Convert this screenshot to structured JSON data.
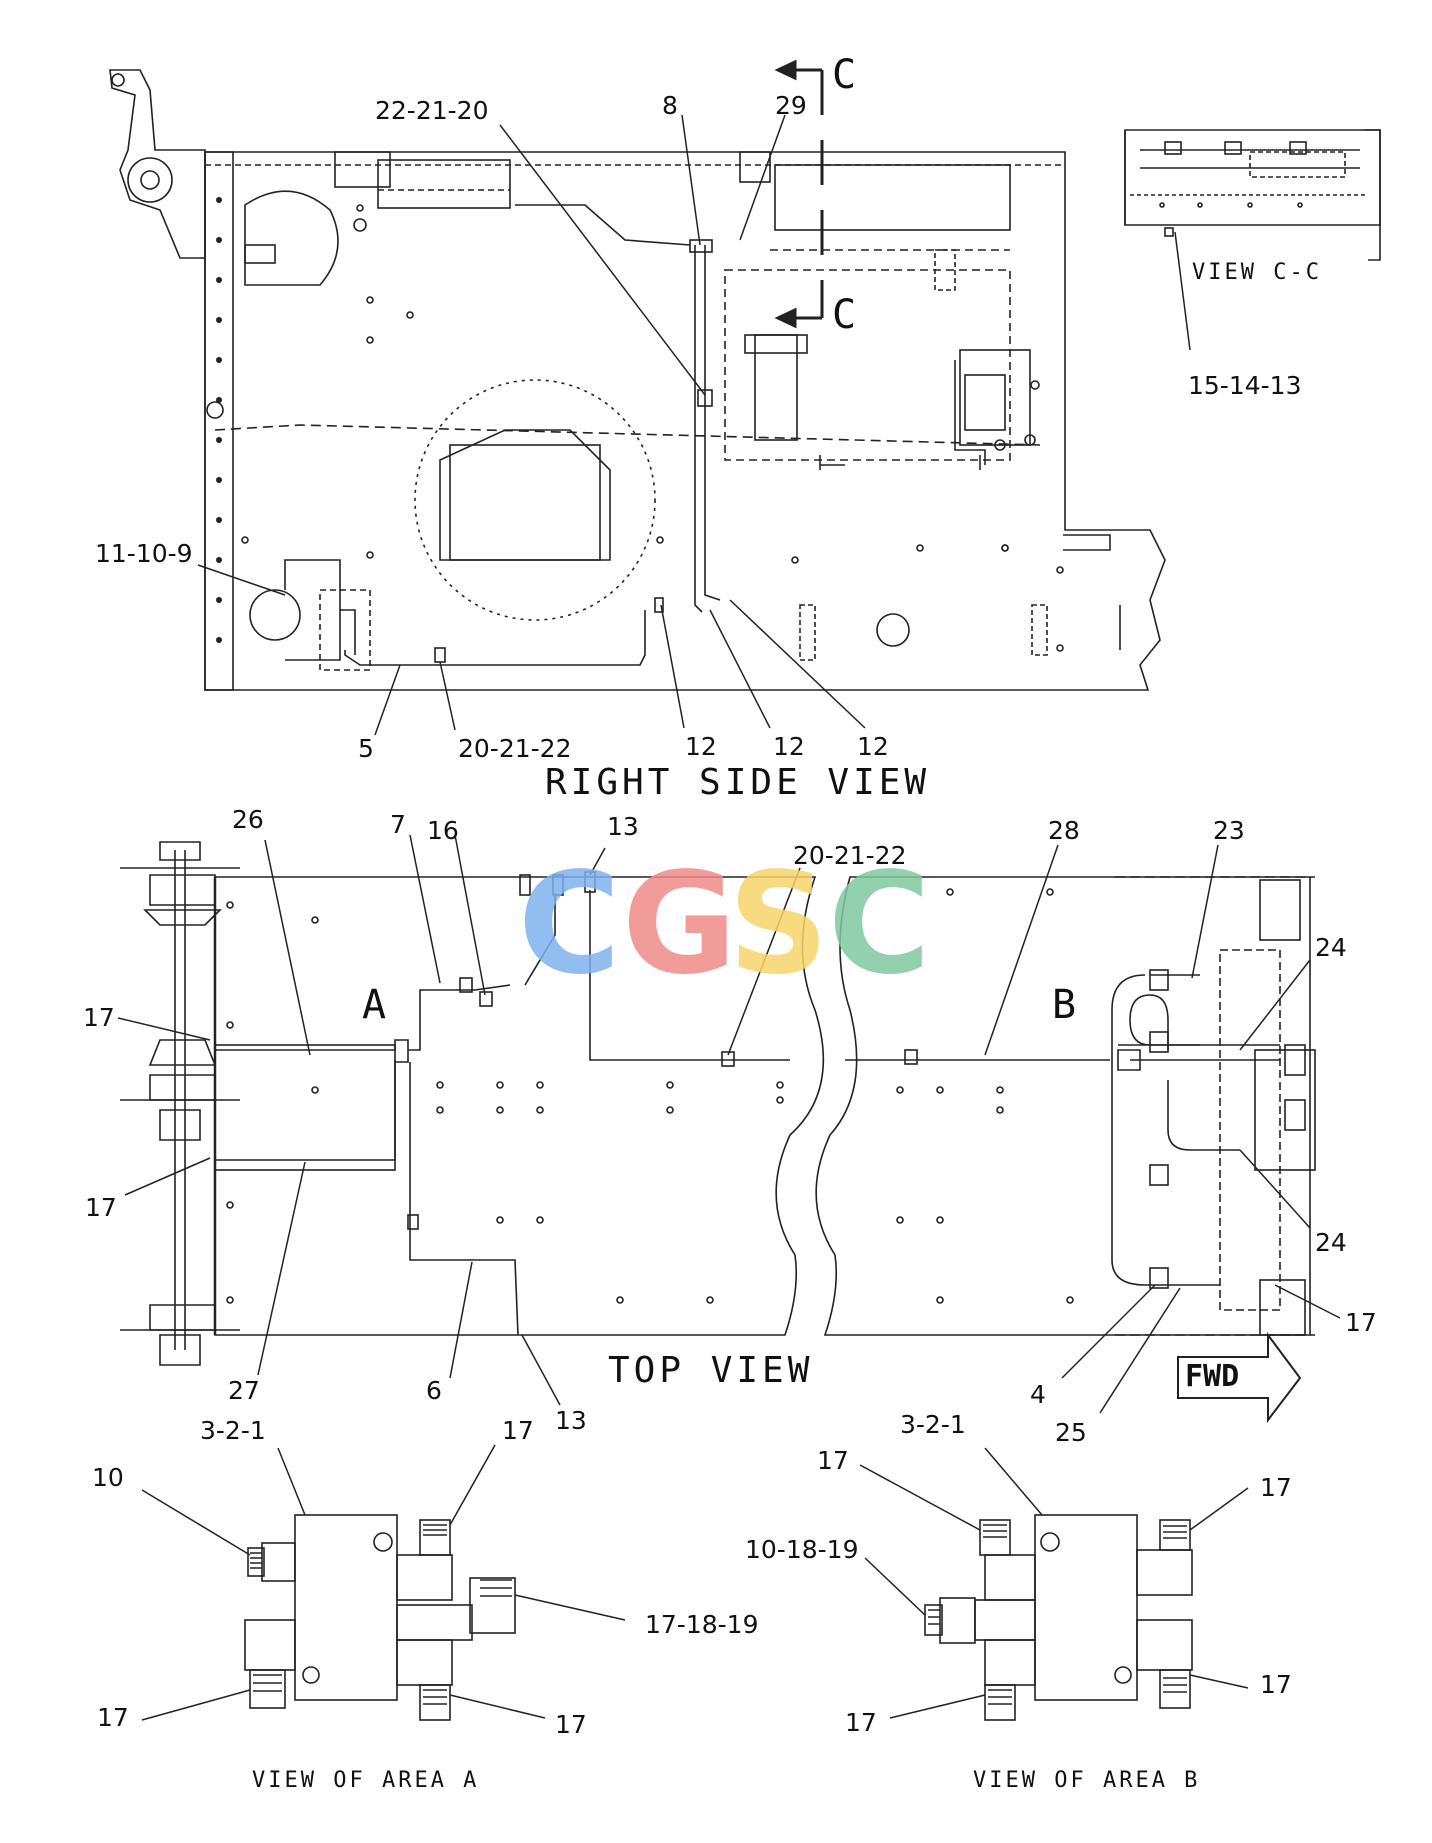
{
  "views": {
    "right_side": "RIGHT SIDE VIEW",
    "top": "TOP VIEW",
    "section_cc": "VIEW C-C",
    "area_a": "VIEW OF AREA A",
    "area_b": "VIEW OF AREA B"
  },
  "section_marker": {
    "letter": "C"
  },
  "area_letters": {
    "a": "A",
    "b": "B"
  },
  "forward_label": "FWD",
  "watermark": {
    "letters": [
      "C",
      "G",
      "S",
      "C"
    ],
    "colors": [
      "#7fb2ee",
      "#f08b88",
      "#f7d56a",
      "#7fc8a0"
    ]
  },
  "callouts": {
    "rs_22_21_20": "22-21-20",
    "rs_8": "8",
    "rs_29": "29",
    "rs_11_10_9": "11-10-9",
    "rs_5": "5",
    "rs_20_21_22": "20-21-22",
    "rs_12a": "12",
    "rs_12b": "12",
    "rs_12c": "12",
    "cc_15_14_13": "15-14-13",
    "tv_26": "26",
    "tv_7": "7",
    "tv_16": "16",
    "tv_13_top": "13",
    "tv_20_21_22": "20-21-22",
    "tv_28": "28",
    "tv_23": "23",
    "tv_24_top": "24",
    "tv_24_bot": "24",
    "tv_17_a_top": "17",
    "tv_17_a_bot": "17",
    "tv_17_b": "17",
    "tv_27": "27",
    "tv_6": "6",
    "tv_13_bot": "13",
    "tv_4": "4",
    "tv_25": "25",
    "va_3_2_1": "3-2-1",
    "va_17_top": "17",
    "va_10": "10",
    "va_17_18_19": "17-18-19",
    "va_17_bl": "17",
    "va_17_br": "17",
    "vb_3_2_1": "3-2-1",
    "vb_17_tl": "17",
    "vb_17_tr": "17",
    "vb_10_18_19": "10-18-19",
    "vb_17_bl": "17",
    "vb_17_br": "17"
  }
}
